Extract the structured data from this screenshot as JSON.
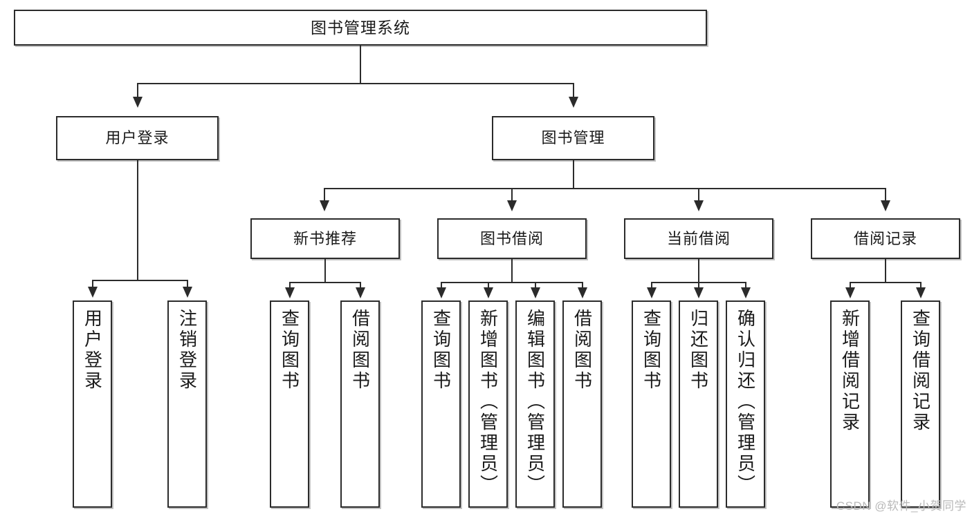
{
  "diagram": {
    "title": "图书管理系统",
    "type": "tree",
    "watermark": "CSDN @软件_小贺同学",
    "colors": {
      "box_border": "#2b2b2b",
      "box_fill": "#ffffff",
      "connector": "#2b2b2b",
      "text": "#1a1a1a",
      "watermark": "#b9b9b9"
    },
    "levels": {
      "root": {
        "label": "图书管理系统"
      },
      "level2": [
        {
          "label": "用户登录"
        },
        {
          "label": "图书管理"
        }
      ],
      "level3": [
        {
          "label": "新书推荐"
        },
        {
          "label": "图书借阅"
        },
        {
          "label": "当前借阅"
        },
        {
          "label": "借阅记录"
        }
      ],
      "level4": [
        {
          "label": "用户登录",
          "parent": "用户登录"
        },
        {
          "label": "注销登录",
          "parent": "用户登录"
        },
        {
          "label": "查询图书",
          "parent": "新书推荐"
        },
        {
          "label": "借阅图书",
          "parent": "新书推荐"
        },
        {
          "label": "查询图书",
          "parent": "图书借阅"
        },
        {
          "label": "新增图书（管理员）",
          "parent": "图书借阅"
        },
        {
          "label": "编辑图书（管理员）",
          "parent": "图书借阅"
        },
        {
          "label": "借阅图书",
          "parent": "图书借阅"
        },
        {
          "label": "查询图书",
          "parent": "当前借阅"
        },
        {
          "label": "归还图书",
          "parent": "当前借阅"
        },
        {
          "label": "确认归还（管理员）",
          "parent": "当前借阅"
        },
        {
          "label": "新增借阅记录",
          "parent": "借阅记录"
        },
        {
          "label": "查询借阅记录",
          "parent": "借阅记录"
        }
      ]
    }
  }
}
